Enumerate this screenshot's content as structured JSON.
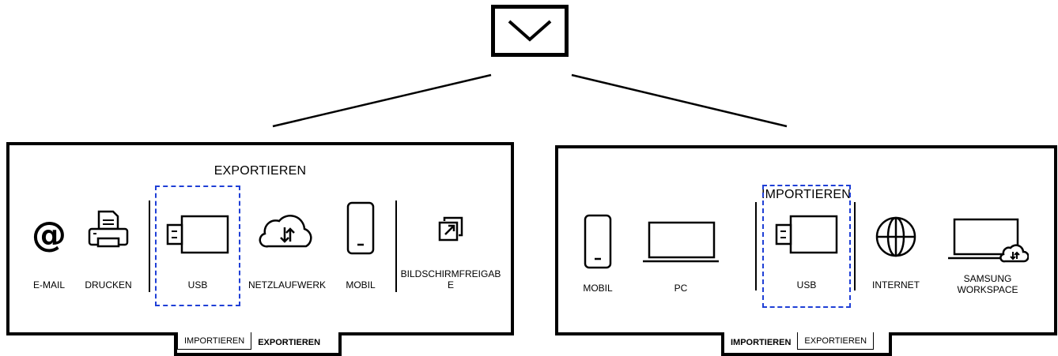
{
  "top_button": {
    "icon": "chevron-down-icon"
  },
  "export_panel": {
    "title": "EXPORTIEREN",
    "items": [
      {
        "label": "E-MAIL",
        "icon": "at-sign-icon"
      },
      {
        "label": "DRUCKEN",
        "icon": "printer-icon"
      },
      {
        "label": "USB",
        "icon": "usb-drive-icon"
      },
      {
        "label": "NETZLAUFWERK",
        "icon": "cloud-sync-icon"
      },
      {
        "label": "MOBIL",
        "icon": "smartphone-icon"
      },
      {
        "label": "BILDSCHIRMFREIGAB\nE",
        "icon": "screen-share-icon"
      }
    ],
    "tabs": {
      "import_label": "IMPORTIEREN",
      "export_label": "EXPORTIEREN"
    }
  },
  "import_panel": {
    "title": "IMPORTIEREN",
    "items": [
      {
        "label": "MOBIL",
        "icon": "smartphone-icon"
      },
      {
        "label": "PC",
        "icon": "laptop-icon"
      },
      {
        "label": "USB",
        "icon": "usb-drive-icon"
      },
      {
        "label": "INTERNET",
        "icon": "globe-icon"
      },
      {
        "label": "SAMSUNG\nWORKSPACE",
        "icon": "laptop-cloud-icon"
      }
    ],
    "tabs": {
      "import_label": "IMPORTIEREN",
      "export_label": "EXPORTIEREN"
    }
  },
  "colors": {
    "selection": "#1f3fd6",
    "stroke": "#000000",
    "background": "#ffffff"
  }
}
